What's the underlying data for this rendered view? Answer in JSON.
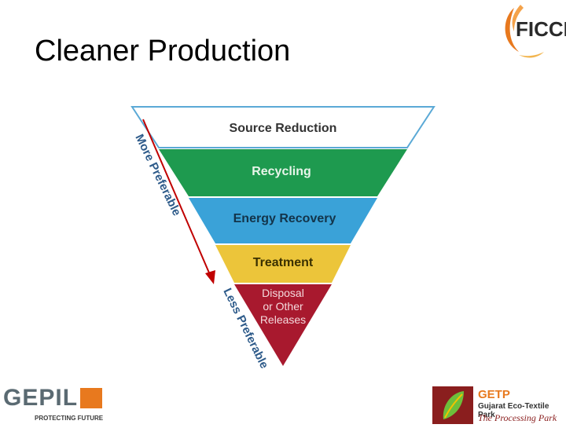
{
  "slide": {
    "title": "Cleaner Production"
  },
  "logos": {
    "ficci": {
      "text": "FICCI",
      "color": "#2a2a2a",
      "accent": "#e8791e"
    },
    "gepil": {
      "text": "GEPIL",
      "tagline": "PROTECTING FUTURE",
      "color": "#5a6a72",
      "accent": "#e8791e"
    },
    "getp": {
      "text": "GETP",
      "subtitle": "Gujarat Eco-Textile Park",
      "tagline": "The Processing Park",
      "color": "#e8791e"
    }
  },
  "hierarchy": {
    "tiers": [
      {
        "label": "Source Reduction",
        "color": "#ffffff",
        "text_color": "#333333"
      },
      {
        "label": "Recycling",
        "color": "#1e9a4f",
        "text_color": "#e8f5ea"
      },
      {
        "label": "Energy Recovery",
        "color": "#3aa2d8",
        "text_color": "#13344a"
      },
      {
        "label": "Treatment",
        "color": "#ecc53a",
        "text_color": "#3a3000"
      },
      {
        "label_lines": [
          "Disposal",
          "or Other",
          "Releases"
        ],
        "color": "#a8192e",
        "text_color": "#f4d9dc"
      }
    ],
    "axis_top_label": "More Preferable",
    "axis_bottom_label": "Less Preferable",
    "axis_color": "#c00000",
    "border_color": "#5aa9d6"
  }
}
